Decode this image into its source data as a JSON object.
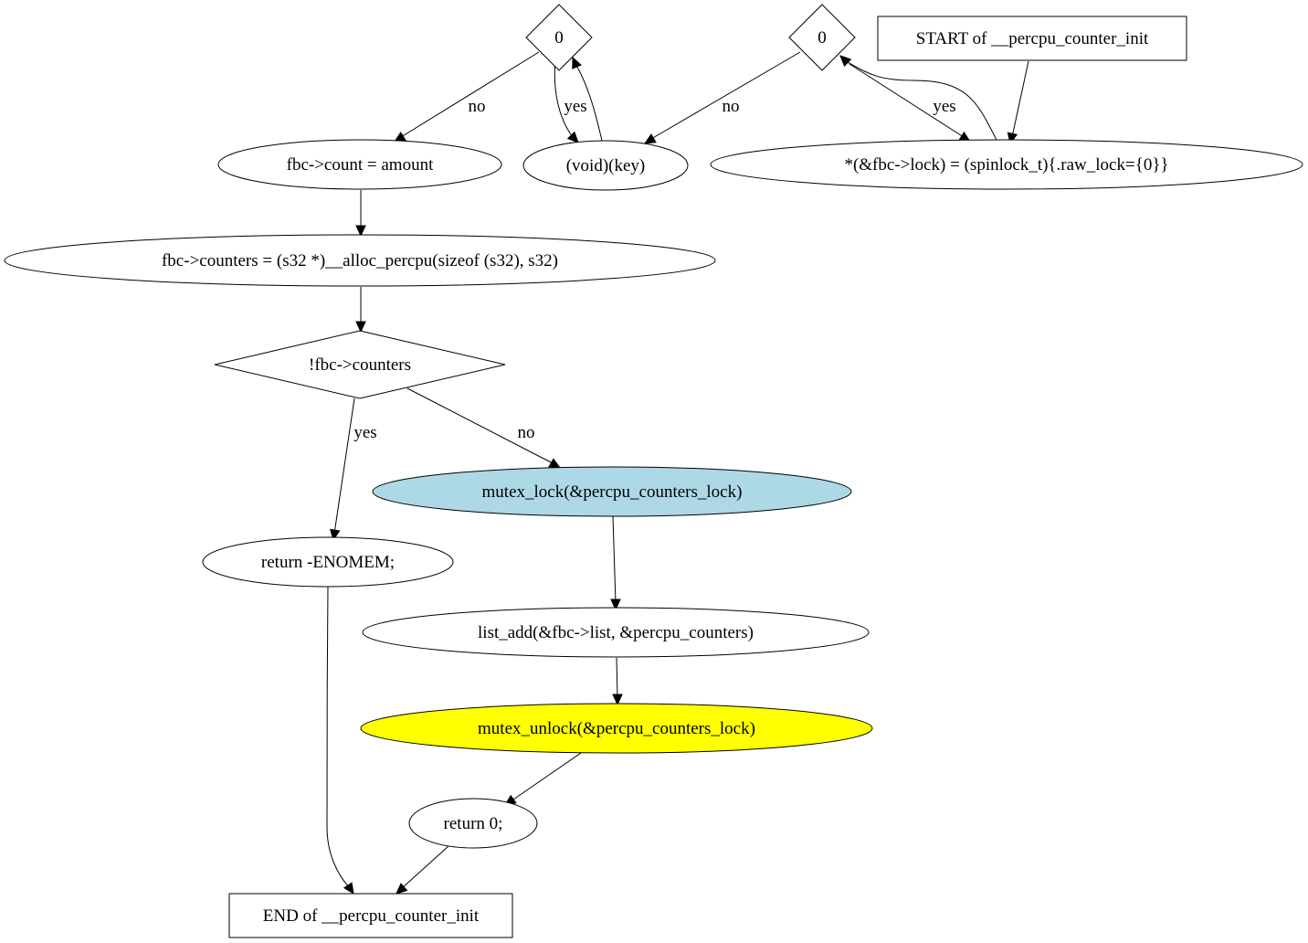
{
  "diagram": {
    "nodes": {
      "cond_left": {
        "label": "0",
        "shape": "diamond"
      },
      "cond_right": {
        "label": "0",
        "shape": "diamond"
      },
      "start": {
        "label": "START of __percpu_counter_init",
        "shape": "box"
      },
      "count_assign": {
        "label": "fbc->count = amount",
        "shape": "ellipse"
      },
      "void_key": {
        "label": "(void)(key)",
        "shape": "ellipse"
      },
      "spinlock_init": {
        "label": "*(&fbc->lock) = (spinlock_t){.raw_lock={0}}",
        "shape": "ellipse"
      },
      "alloc": {
        "label": "fbc->counters = (s32 *)__alloc_percpu(sizeof (s32), s32)",
        "shape": "ellipse"
      },
      "cond_counters": {
        "label": "!fbc->counters",
        "shape": "diamond"
      },
      "mutex_lock": {
        "label": "mutex_lock(&percpu_counters_lock)",
        "shape": "ellipse",
        "fill": "#add8e6"
      },
      "return_enomem": {
        "label": "return -ENOMEM;",
        "shape": "ellipse"
      },
      "list_add": {
        "label": "list_add(&fbc->list, &percpu_counters)",
        "shape": "ellipse"
      },
      "mutex_unlock": {
        "label": "mutex_unlock(&percpu_counters_lock)",
        "shape": "ellipse",
        "fill": "#ffff00"
      },
      "return_zero": {
        "label": "return 0;",
        "shape": "ellipse"
      },
      "end": {
        "label": "END of __percpu_counter_init",
        "shape": "box"
      }
    },
    "edges": [
      {
        "from": "start",
        "to": "spinlock_init",
        "label": ""
      },
      {
        "from": "spinlock_init",
        "to": "cond_right",
        "label": ""
      },
      {
        "from": "cond_right",
        "to": "spinlock_init",
        "label": "yes"
      },
      {
        "from": "cond_right",
        "to": "void_key",
        "label": "no"
      },
      {
        "from": "void_key",
        "to": "cond_left",
        "label": ""
      },
      {
        "from": "cond_left",
        "to": "void_key",
        "label": "yes"
      },
      {
        "from": "cond_left",
        "to": "count_assign",
        "label": "no"
      },
      {
        "from": "count_assign",
        "to": "alloc",
        "label": ""
      },
      {
        "from": "alloc",
        "to": "cond_counters",
        "label": ""
      },
      {
        "from": "cond_counters",
        "to": "return_enomem",
        "label": "yes"
      },
      {
        "from": "cond_counters",
        "to": "mutex_lock",
        "label": "no"
      },
      {
        "from": "mutex_lock",
        "to": "list_add",
        "label": ""
      },
      {
        "from": "list_add",
        "to": "mutex_unlock",
        "label": ""
      },
      {
        "from": "mutex_unlock",
        "to": "return_zero",
        "label": ""
      },
      {
        "from": "return_zero",
        "to": "end",
        "label": ""
      },
      {
        "from": "return_enomem",
        "to": "end",
        "label": ""
      }
    ]
  }
}
